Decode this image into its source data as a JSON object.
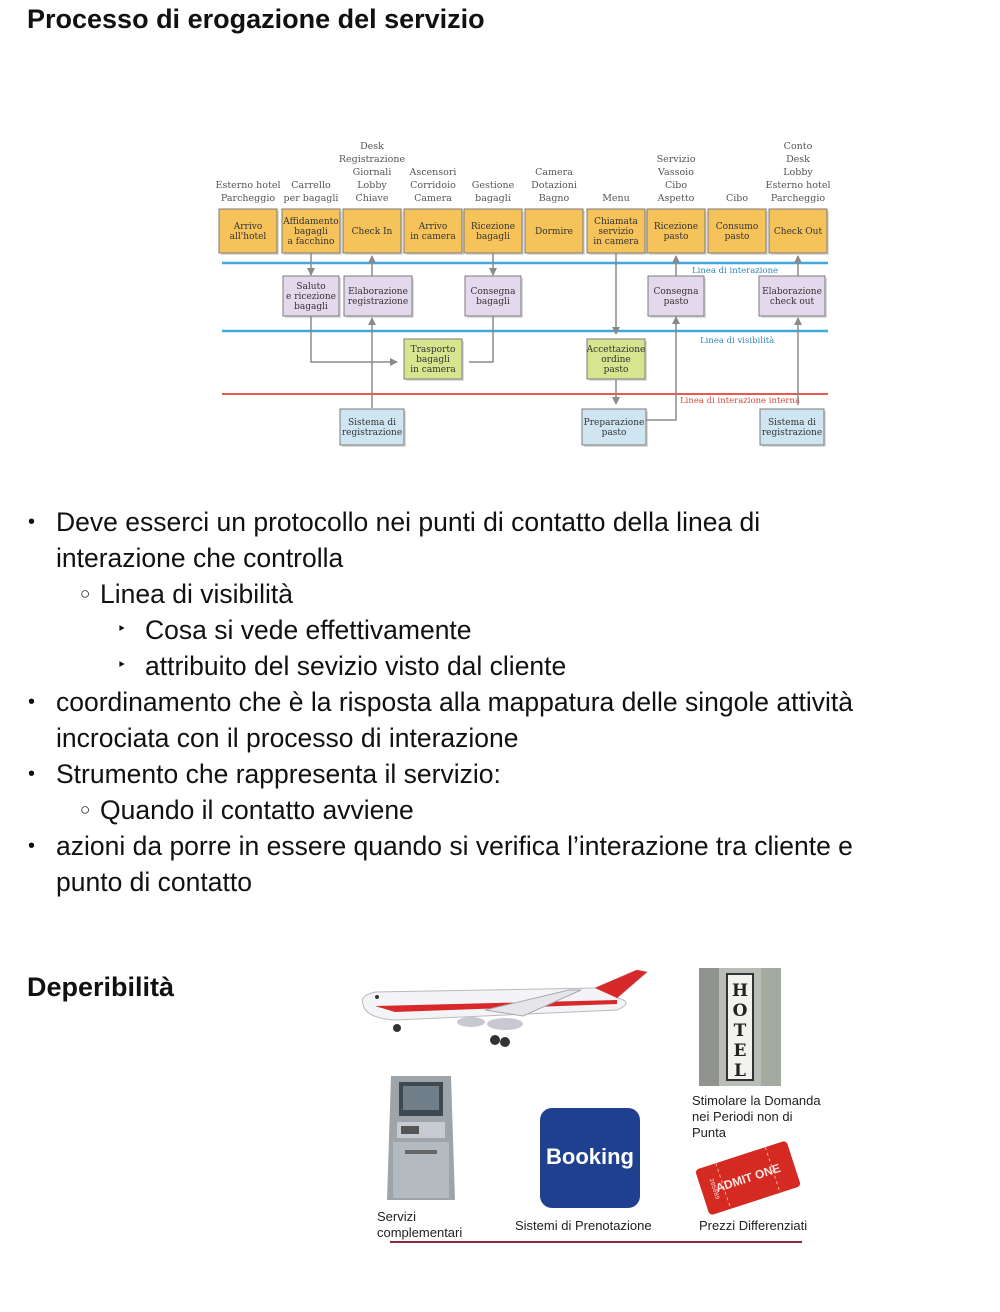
{
  "section1_title": "Processo di erogazione del servizio",
  "section2_title": "Deperibilità",
  "blueprint": {
    "descriptors": [
      [
        "Esterno hotel",
        "Parcheggio"
      ],
      [
        "Carrello",
        "per bagagli"
      ],
      [
        "Desk",
        "Registrazione",
        "Giornali",
        "Lobby",
        "Chiave"
      ],
      [
        "Ascensori",
        "Corridoio",
        "Camera"
      ],
      [
        "Gestione",
        "bagagli"
      ],
      [
        "Camera",
        "Dotazioni",
        "Bagno"
      ],
      [
        "Menu"
      ],
      [
        "Servizio",
        "Vassoio",
        "Cibo",
        "Aspetto"
      ],
      [
        "Cibo"
      ],
      [
        "Conto",
        "Desk",
        "Lobby",
        "Esterno hotel",
        "Parcheggio"
      ]
    ],
    "customer_actions": [
      [
        "Arrivo",
        "all'hotel"
      ],
      [
        "Affidamento",
        "bagagli",
        "a facchino"
      ],
      [
        "Check In"
      ],
      [
        "Arrivo",
        "in camera"
      ],
      [
        "Ricezione",
        "bagagli"
      ],
      [
        "Dormire"
      ],
      [
        "Chiamata",
        "servizio",
        "in camera"
      ],
      [
        "Ricezione",
        "pasto"
      ],
      [
        "Consumo",
        "pasto"
      ],
      [
        "Check Out"
      ]
    ],
    "onstage": [
      [
        "Saluto",
        "e ricezione",
        "bagagli"
      ],
      [
        "Elaborazione",
        "registrazione"
      ],
      [
        "Consegna",
        "bagagli"
      ],
      [
        "Consegna",
        "pasto"
      ],
      [
        "Elaborazione",
        "check out"
      ]
    ],
    "backstage": [
      [
        "Trasporto",
        "bagagli",
        "in camera"
      ],
      [
        "Accettazione",
        "ordine",
        "pasto"
      ]
    ],
    "support": [
      [
        "Sistema di",
        "registrazione"
      ],
      [
        "Preparazione",
        "pasto"
      ],
      [
        "Sistema di",
        "registrazione"
      ]
    ],
    "lines": {
      "interaction": "Linea di interazione",
      "visibility": "Linea di visibilità",
      "internal": "Linea di interazione interna"
    },
    "colors": {
      "customer": "#f6c25a",
      "onstage": "#e3d8ec",
      "backstage": "#d6e58e",
      "support": "#cfe6f2",
      "interaction_line": "#3fa9dc",
      "visibility_line": "#3fa9dc",
      "internal_line": "#e8594f"
    }
  },
  "bullets": [
    {
      "marker": "•",
      "lines": [
        "Deve esserci un protocollo nei punti di contatto della linea di",
        "interazione che controlla"
      ]
    },
    {
      "marker": "○",
      "lines": [
        "Linea di visibilità"
      ]
    },
    {
      "marker": "‣",
      "lines": [
        "Cosa si vede effettivamente"
      ]
    },
    {
      "marker": "‣",
      "lines": [
        "attribuito del sevizio visto dal cliente"
      ]
    },
    {
      "marker": "•",
      "lines": [
        "coordinamento che è la risposta alla mappatura delle singole attività",
        "incrociata con il processo di interazione"
      ]
    },
    {
      "marker": "•",
      "lines": [
        "Strumento che rappresenta il servizio:"
      ]
    },
    {
      "marker": "○",
      "lines": [
        "Quando il contatto avviene"
      ]
    },
    {
      "marker": "•",
      "lines": [
        "azioni da porre in essere quando si verifica l’interazione tra cliente e",
        "punto di contatto"
      ]
    }
  ],
  "perishability": {
    "hotel_sign": "HOTEL",
    "booking_label": "Booking",
    "ticket_text": "ADMIT ONE",
    "ticket_code": "205689",
    "captions": {
      "services": [
        "Servizi",
        "complementari"
      ],
      "booking": "Sistemi di Prenotazione",
      "demand": [
        "Stimolare la Domanda",
        "nei Periodi non di",
        "Punta"
      ],
      "prices": "Prezzi Differenziati"
    },
    "colors": {
      "plane_stripe": "#d8282a",
      "booking_bg": "#1f3f8f",
      "ticket": "#d42a22",
      "underline": "#8b2a3a"
    }
  }
}
